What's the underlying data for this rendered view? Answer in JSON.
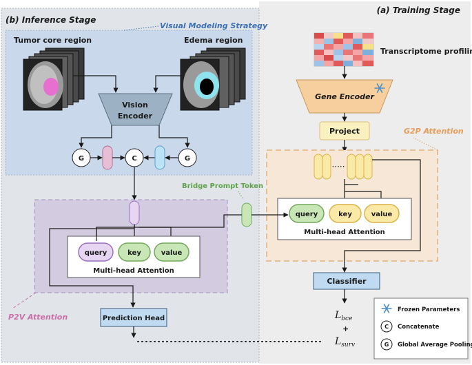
{
  "panels": {
    "training_stage": "(a)  Training Stage",
    "inference_stage": "(b)  Inference Stage",
    "visual_modeling_strategy": "Visual Modeling Strategy"
  },
  "inputs": {
    "tumor_core_label": "Tumor core region",
    "edema_label": "Edema region",
    "transcriptome_label": "Transcriptome profiling"
  },
  "modules": {
    "vision_encoder_line1": "Vision",
    "vision_encoder_line2": "Encoder",
    "gene_encoder": "Gene Encoder",
    "project": "Project",
    "classifier": "Classifier",
    "prediction_head": "Prediction Head"
  },
  "attention": {
    "g2p_label": "G2P Attention",
    "p2v_label": "P2V Attention",
    "bridge_prompt_label": "Bridge Prompt Token",
    "mha_label": "Multi-head Attention",
    "query": "query",
    "key": "key",
    "value": "value"
  },
  "ops": {
    "gap_symbol": "G",
    "concat_symbol": "C"
  },
  "losses": {
    "bce": "L",
    "bce_sub": "bce",
    "plus": "+",
    "surv": "L",
    "surv_sub": "surv"
  },
  "legend": {
    "frozen": "Frozen Parameters",
    "concatenate": "Concatenate",
    "gap": "Global Average Pooling"
  },
  "colors": {
    "inference_bg": "#dfe4ea",
    "vms_bg": "#c4d6ea",
    "p2v_bg": "#d3cbe0",
    "g2p_bg": "#f6e7d6",
    "encoder_fill": "#9cb1c4",
    "gene_encoder_fill": "#f7cf9e",
    "project_fill": "#fbf0c0",
    "classifier_fill": "#bfdaf1",
    "query_border": "#9a6ec0",
    "key_border": "#73a85b",
    "value_border": "#d9b24a",
    "token_purple": "#e6d6f1",
    "token_pink": "#e7bfd4",
    "token_blue": "#bce2f6",
    "token_green": "#c9e6b6",
    "token_yellow": "#fbeaa7",
    "g2p_label_color": "#e69d57",
    "p2v_label_color": "#c96fa7",
    "bridge_label_color": "#5ea24a",
    "vms_label_color": "#3b6fb6"
  }
}
